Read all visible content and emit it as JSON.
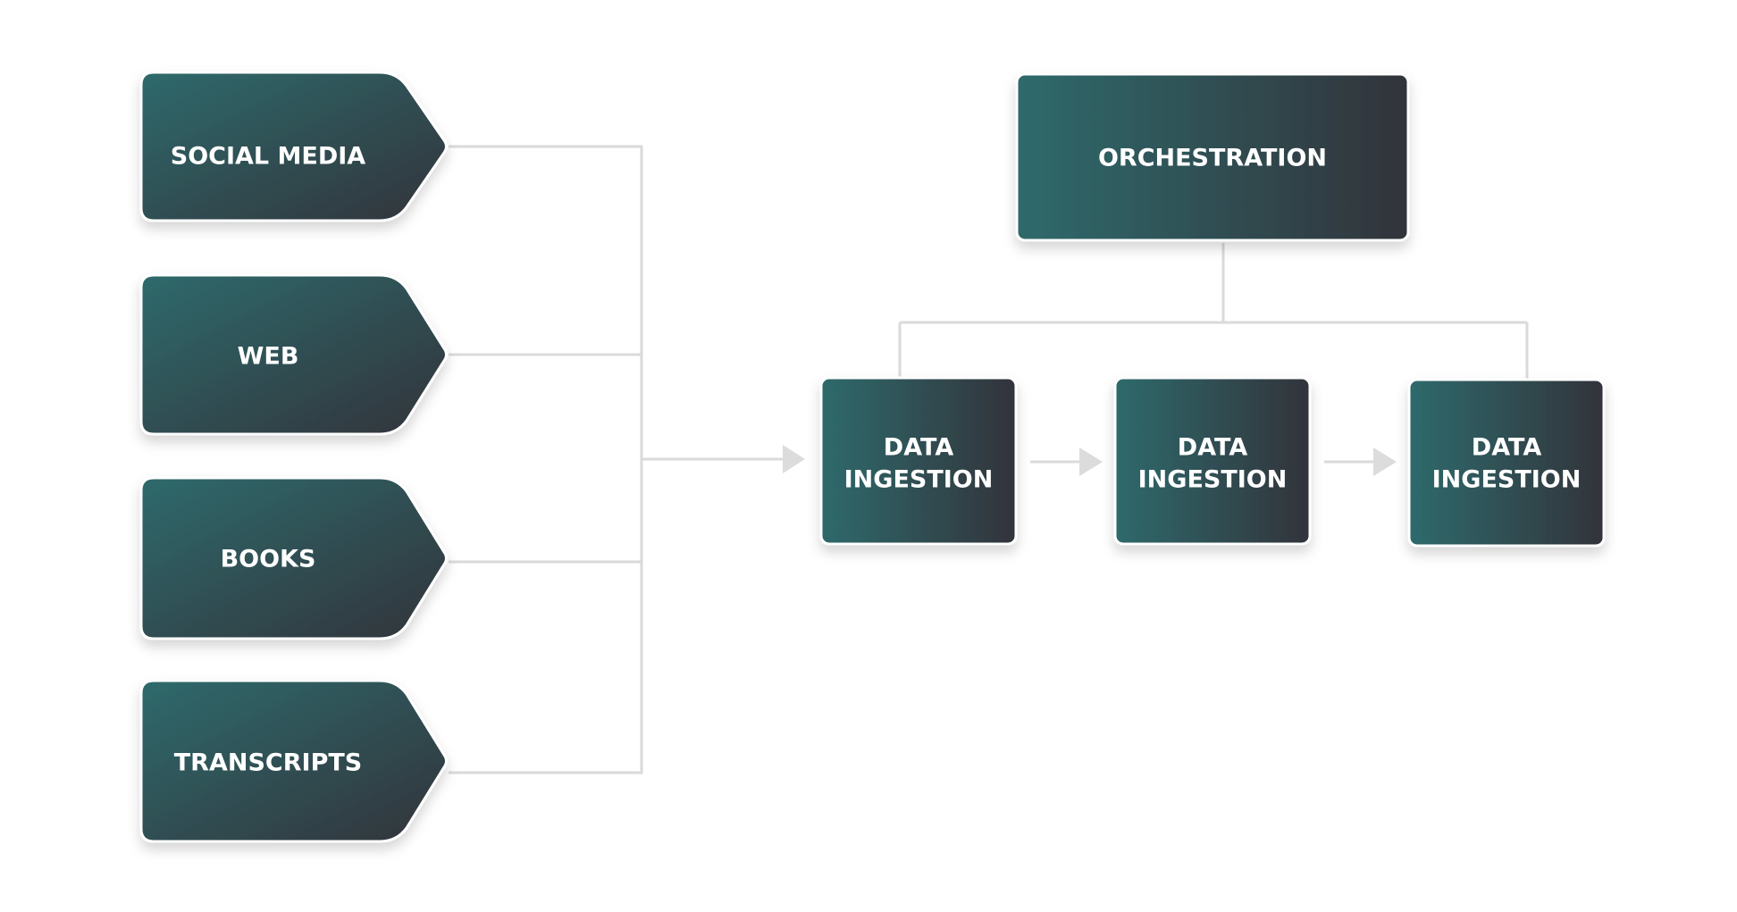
{
  "colors": {
    "box_gradient_start": "#2f6a6c",
    "box_gradient_end": "#30333a",
    "connector": "#dadada",
    "label_text": "#ffffff",
    "background": "#ffffff"
  },
  "sources": [
    {
      "label": "SOCIAL MEDIA"
    },
    {
      "label": "WEB"
    },
    {
      "label": "BOOKS"
    },
    {
      "label": "TRANSCRIPTS"
    }
  ],
  "orchestration": {
    "label": "ORCHESTRATION"
  },
  "stages": [
    {
      "line1": "DATA",
      "line2": "INGESTION"
    },
    {
      "line1": "DATA",
      "line2": "INGESTION"
    },
    {
      "line1": "DATA",
      "line2": "INGESTION"
    }
  ]
}
